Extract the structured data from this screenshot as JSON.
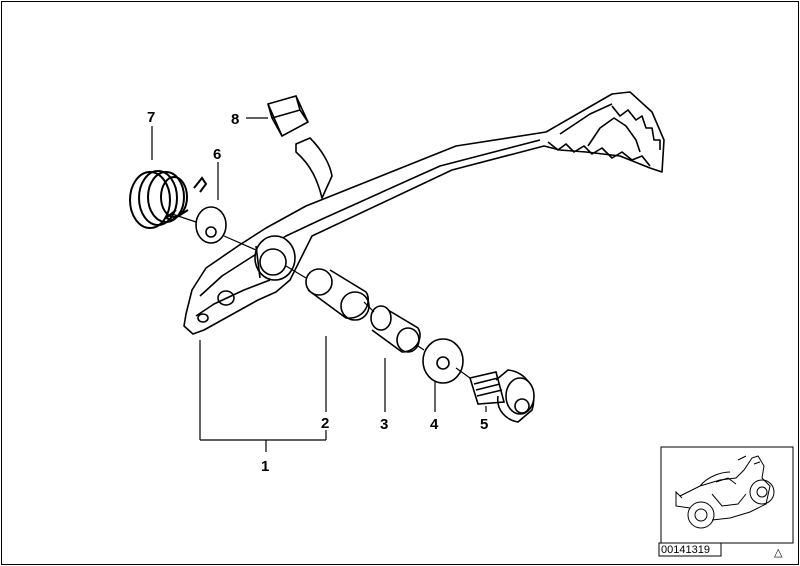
{
  "diagram": {
    "callouts": [
      {
        "id": "1",
        "label": "1"
      },
      {
        "id": "2",
        "label": "2"
      },
      {
        "id": "3",
        "label": "3"
      },
      {
        "id": "4",
        "label": "4"
      },
      {
        "id": "5",
        "label": "5"
      },
      {
        "id": "6",
        "label": "6"
      },
      {
        "id": "7",
        "label": "7"
      },
      {
        "id": "8",
        "label": "8"
      }
    ],
    "document_number": "00141319",
    "corner_symbol": "△"
  }
}
